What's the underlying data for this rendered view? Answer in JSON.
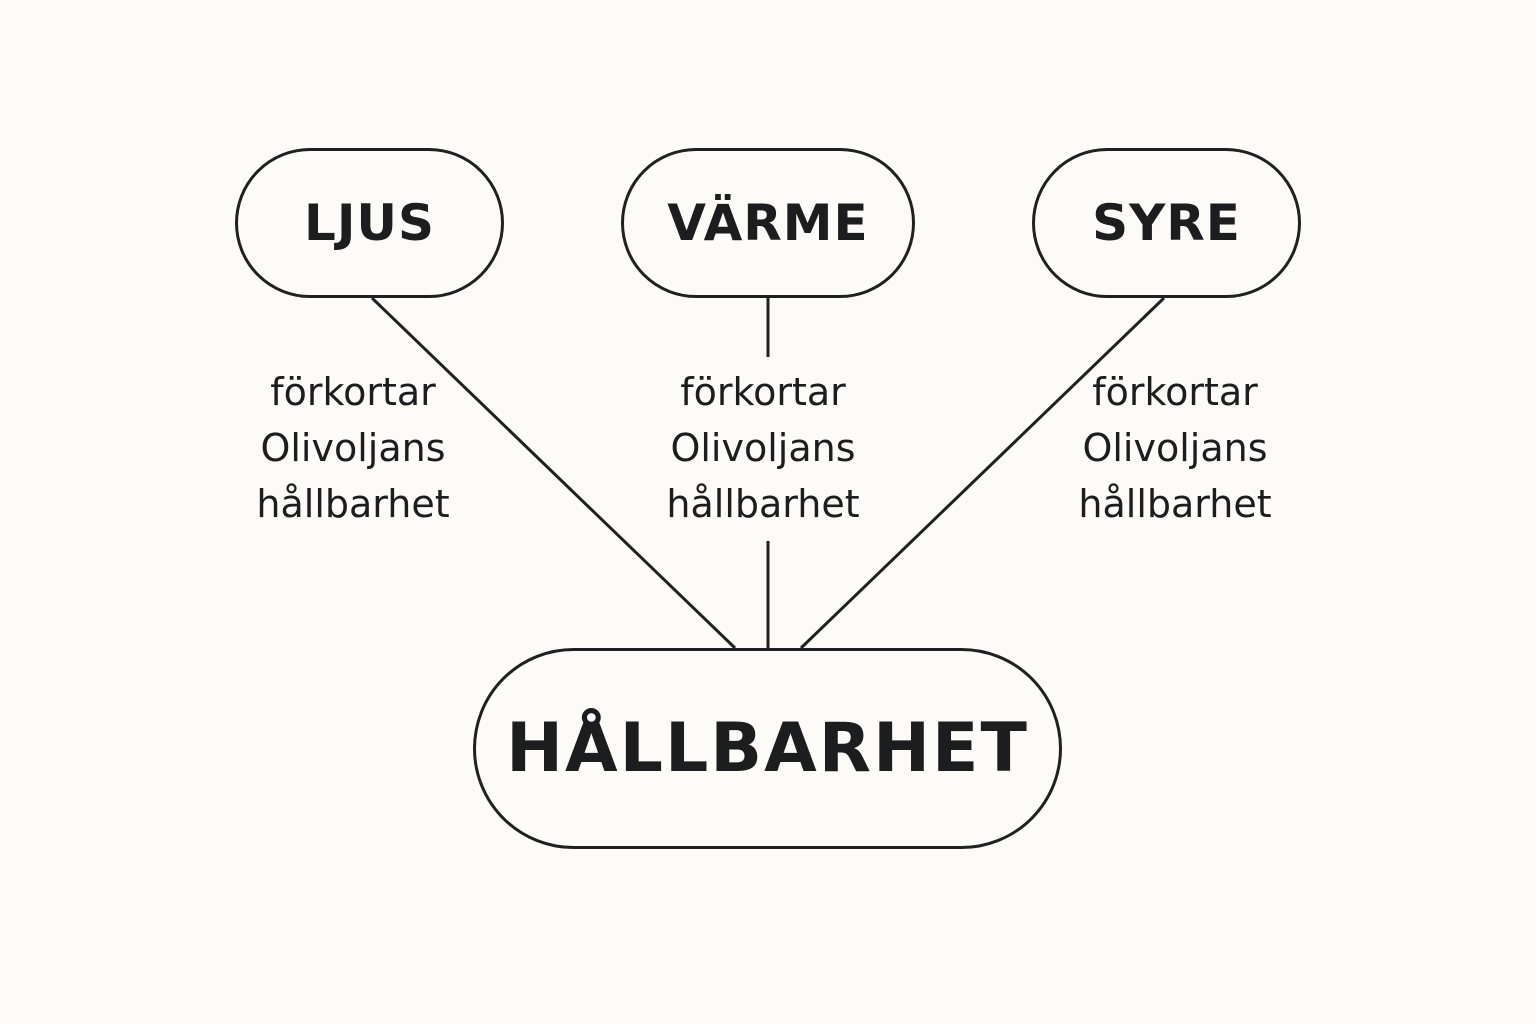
{
  "nodes": {
    "ljus": "LJUS",
    "varme": "VÄRME",
    "syre": "SYRE",
    "center": "HÅLLBARHET"
  },
  "edge_labels": [
    {
      "line1": "förkortar",
      "line2": "Olivoljans",
      "line3": "hållbarhet"
    },
    {
      "line1": "förkortar",
      "line2": "Olivoljans",
      "line3": "hållbarhet"
    },
    {
      "line1": "förkortar",
      "line2": "Olivoljans",
      "line3": "hållbarhet"
    }
  ],
  "colors": {
    "background": "#fcfbf7",
    "ink": "#1c1d1f"
  }
}
